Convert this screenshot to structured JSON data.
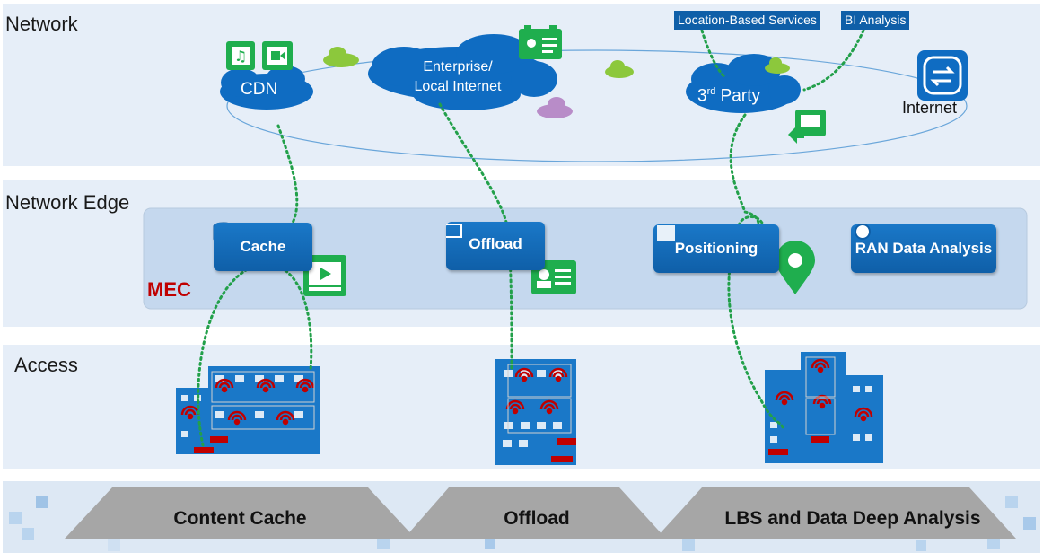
{
  "layers": {
    "network": "Network",
    "edge": "Network Edge",
    "access": "Access"
  },
  "clouds": {
    "cdn": "CDN",
    "enterprise_line1": "Enterprise/",
    "enterprise_line2": "Local Internet",
    "third_party_base": "3",
    "third_party_sup": "rd",
    "third_party_rest": " Party",
    "internet": "Internet"
  },
  "services": {
    "lbs": "Location-Based Services",
    "bi": "BI Analysis"
  },
  "mec": {
    "label": "MEC",
    "functions": {
      "cache": "Cache",
      "offload": "Offload",
      "positioning": "Positioning",
      "ran": "RAN Data Analysis"
    }
  },
  "use_cases": {
    "content_cache": "Content Cache",
    "offload": "Offload",
    "lbs": "LBS and Data Deep Analysis"
  },
  "colors": {
    "layer_bg": "#e6eef8",
    "mec_box": "#c5d8ee",
    "button_blue": "#1a78c8",
    "icon_green": "#1fae4e",
    "mec_red": "#c00000",
    "dotted_link": "#22a04a"
  }
}
